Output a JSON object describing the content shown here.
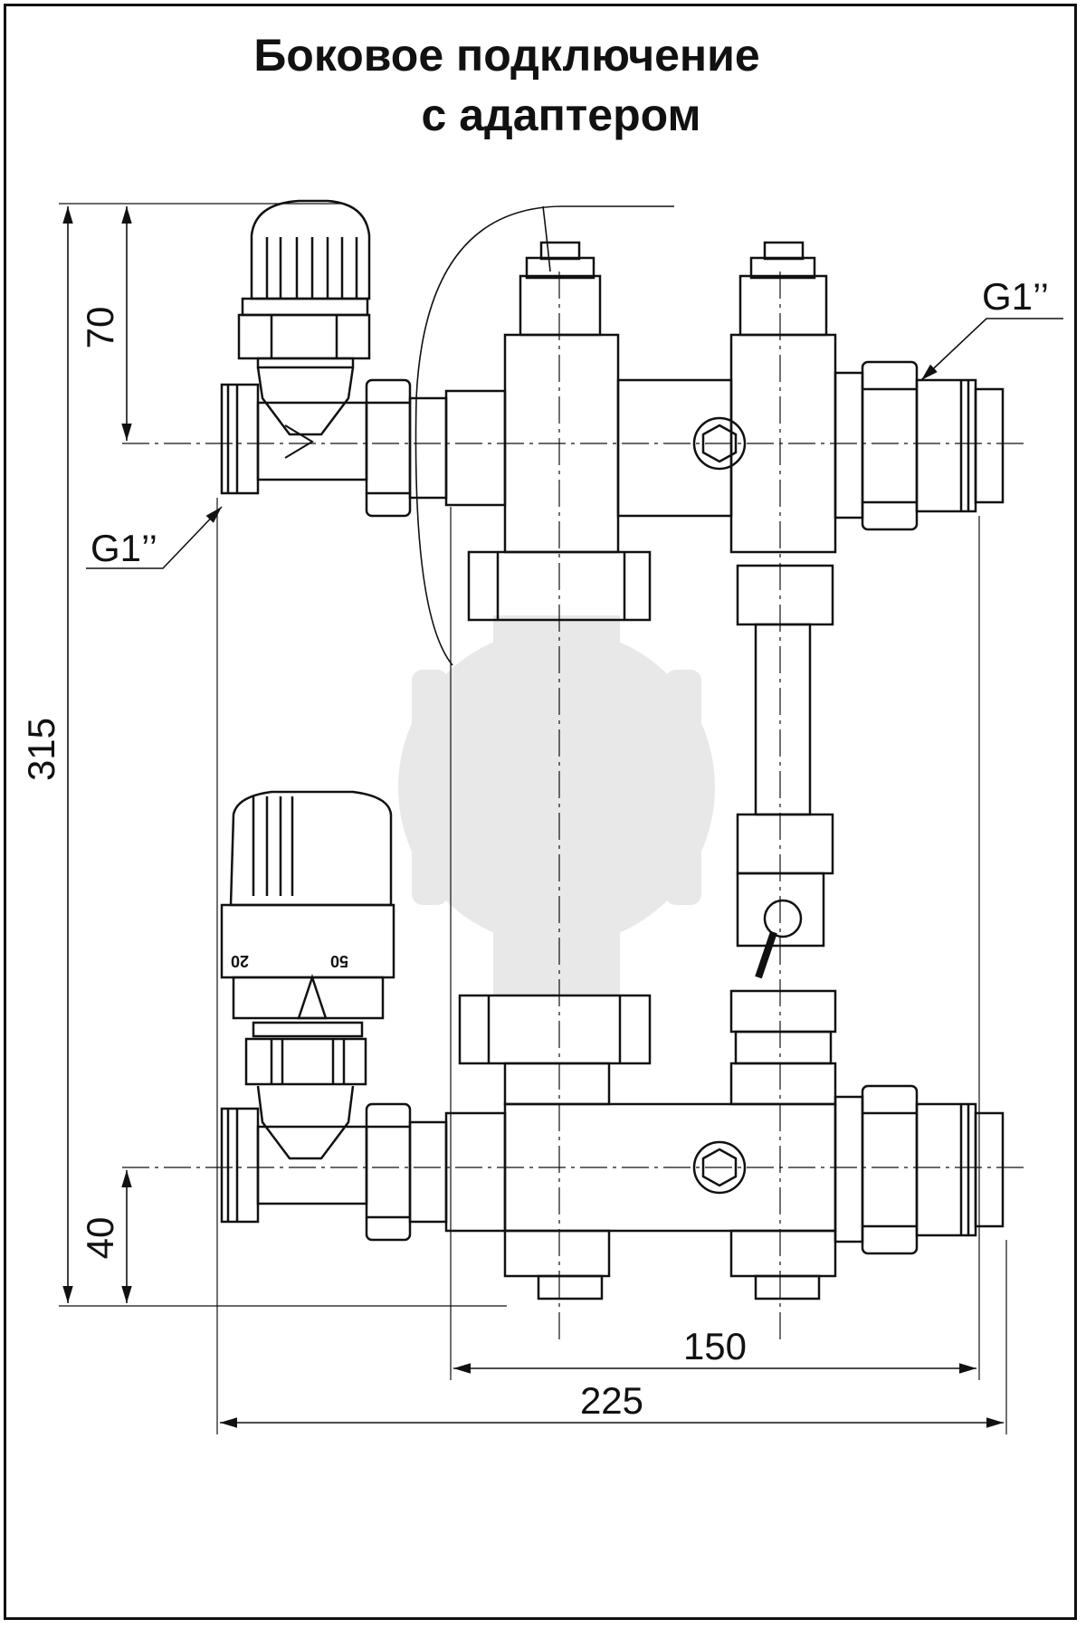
{
  "title": {
    "line1": "Боковое подключение",
    "line2": "с адаптером"
  },
  "dimensions": {
    "top_offset": "70",
    "total_height": "315",
    "bottom_offset": "40",
    "inner_width": "150",
    "total_width": "225"
  },
  "threads": {
    "left": "G1’’",
    "right": "G1’’"
  },
  "gauge": {
    "mark_left": "20",
    "mark_right": "50"
  },
  "colors": {
    "line": "#111111",
    "pump_fill": "#e8e8e8",
    "background": "#ffffff"
  }
}
